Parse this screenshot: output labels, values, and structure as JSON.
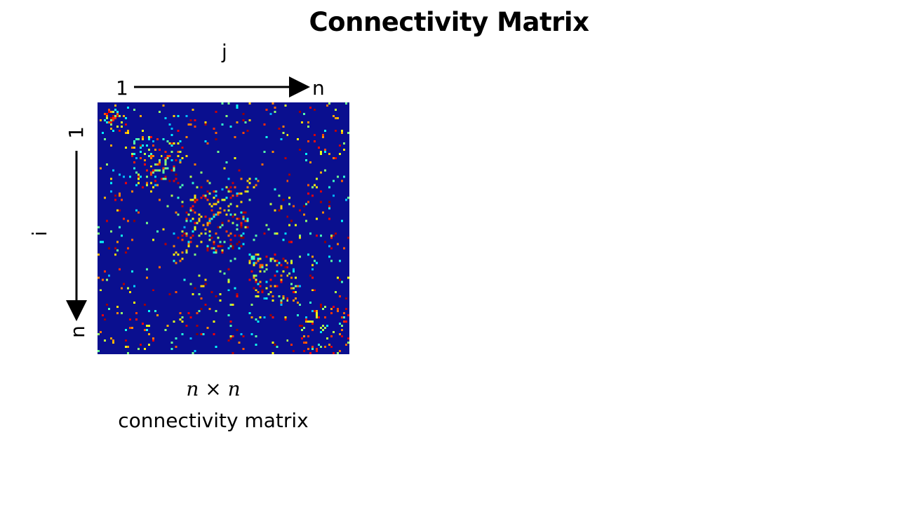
{
  "title": "Connectivity Matrix",
  "axes": {
    "column_label": "j",
    "column_start": "1",
    "column_end": "n",
    "row_label": "i",
    "row_start": "1",
    "row_end": "n"
  },
  "caption": {
    "math": "n × n",
    "text": "connectivity matrix"
  },
  "colors": {
    "background_cell": "#0a0f8f",
    "colormap": "jet"
  }
}
